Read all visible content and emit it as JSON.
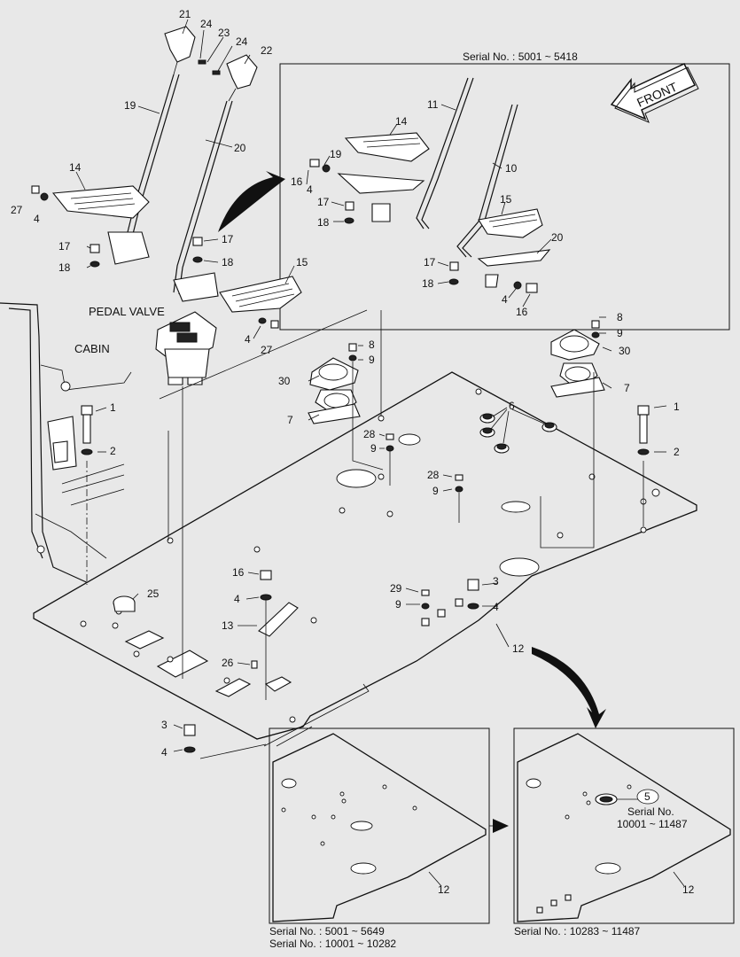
{
  "inset_top_caption": "Serial No. : 5001 ~ 5418",
  "front_label": "FRONT",
  "pedal_valve_label": "PEDAL VALVE",
  "cabin_label": "CABIN",
  "inset_bottom_left_caption_1": "Serial No. : 5001 ~ 5649",
  "inset_bottom_left_caption_2": "Serial No. : 10001 ~ 10282",
  "inset_bottom_right_caption": "Serial No. : 10283 ~ 11487",
  "inset_br_serial_line1": "Serial No.",
  "inset_br_serial_line2": "10001 ~ 11487",
  "callouts": {
    "c21": "21",
    "c24a": "24",
    "c23": "23",
    "c24b": "24",
    "c22": "22",
    "c19": "19",
    "c20": "20",
    "c14": "14",
    "c27a": "27",
    "c4a": "4",
    "c17a": "17",
    "c18a": "18",
    "c17b": "17",
    "c18b": "18",
    "c15": "15",
    "c4b": "4",
    "c27b": "27",
    "i11": "11",
    "i14": "14",
    "i10": "10",
    "i19": "19",
    "i16a": "16",
    "i4a": "4",
    "i17a": "17",
    "i18a": "18",
    "i15": "15",
    "i20": "20",
    "i17b": "17",
    "i18b": "18",
    "i4b": "4",
    "i16b": "16",
    "c8a": "8",
    "c9a": "9",
    "c30a": "30",
    "c7a": "7",
    "c8b": "8",
    "c9b": "9",
    "c30b": "30",
    "c7b": "7",
    "c1a": "1",
    "c2a": "2",
    "c1b": "1",
    "c2b": "2",
    "c6": "6",
    "c28a": "28",
    "c9c": "9",
    "c28b": "28",
    "c9d": "9",
    "c25": "25",
    "c16": "16",
    "c4c": "4",
    "c13": "13",
    "c26": "26",
    "c29": "29",
    "c9e": "9",
    "c3a": "3",
    "c4d": "4",
    "c12": "12",
    "c3b": "3",
    "c4e": "4",
    "b12a": "12",
    "b12b": "12",
    "b5": "5"
  }
}
